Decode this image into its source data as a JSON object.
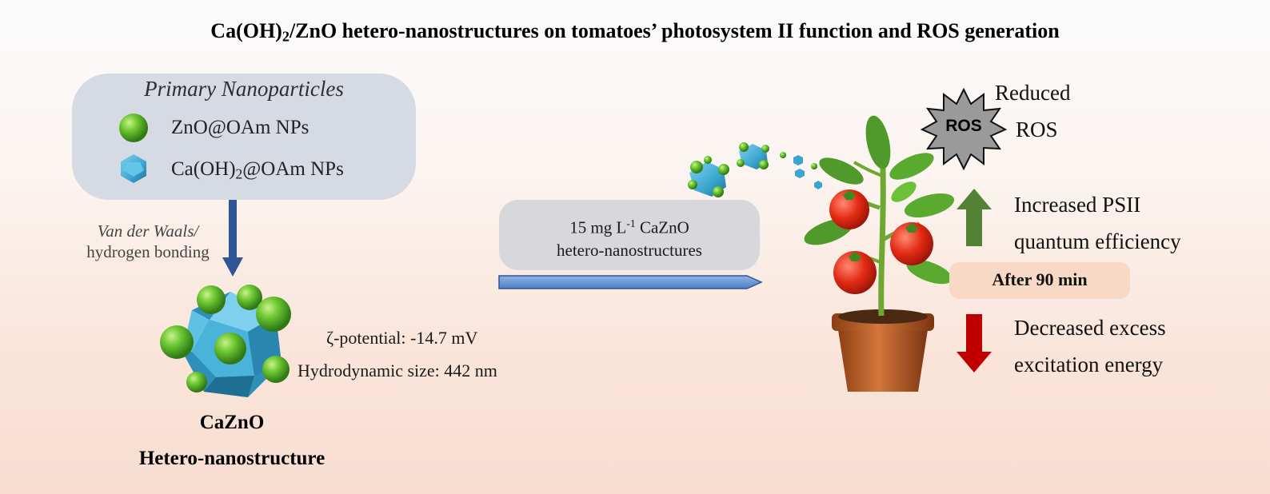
{
  "title": {
    "part1": "Ca(OH)",
    "sub": "2",
    "part2": "/ZnO hetero-nanostructures on tomatoes’ photosystem II function and ROS generation"
  },
  "legend": {
    "title": "Primary Nanoparticles",
    "items": [
      {
        "label": "ZnO@OAm NPs",
        "color": "#5fbf2e",
        "icon": "green-sphere-icon"
      },
      {
        "label_part1": "Ca(OH)",
        "label_sub": "2",
        "label_part2": "@OAm NPs",
        "color": "#3aa6cf",
        "icon": "blue-polyhedron-icon"
      }
    ]
  },
  "bonding": {
    "line1": "Van der Waals/",
    "line2": "hydrogen bonding"
  },
  "properties": {
    "zeta": "ζ-potential: -14.7 mV",
    "size": "Hydrodynamic size: 442 nm"
  },
  "product": {
    "line1": "CaZnO",
    "line2": "Hetero-nanostructure"
  },
  "treatment": {
    "line1_part1": "15 mg L",
    "line1_sup": "-1",
    "line1_part2": " CaZnO",
    "line2": "hetero-nanostructures"
  },
  "ros": {
    "badge": "ROS",
    "line1": "Reduced",
    "line2": "ROS"
  },
  "effects": {
    "increase_line1": "Increased PSII",
    "increase_line2": "quantum efficiency",
    "time": "After 90 min",
    "decrease_line1": "Decreased excess",
    "decrease_line2": "excitation energy"
  },
  "colors": {
    "zno": "#5fbf2e",
    "caoh": "#3aa6cf",
    "arrow_up": "#548235",
    "arrow_down": "#c00000",
    "flow_arrow": "#2f5597"
  }
}
